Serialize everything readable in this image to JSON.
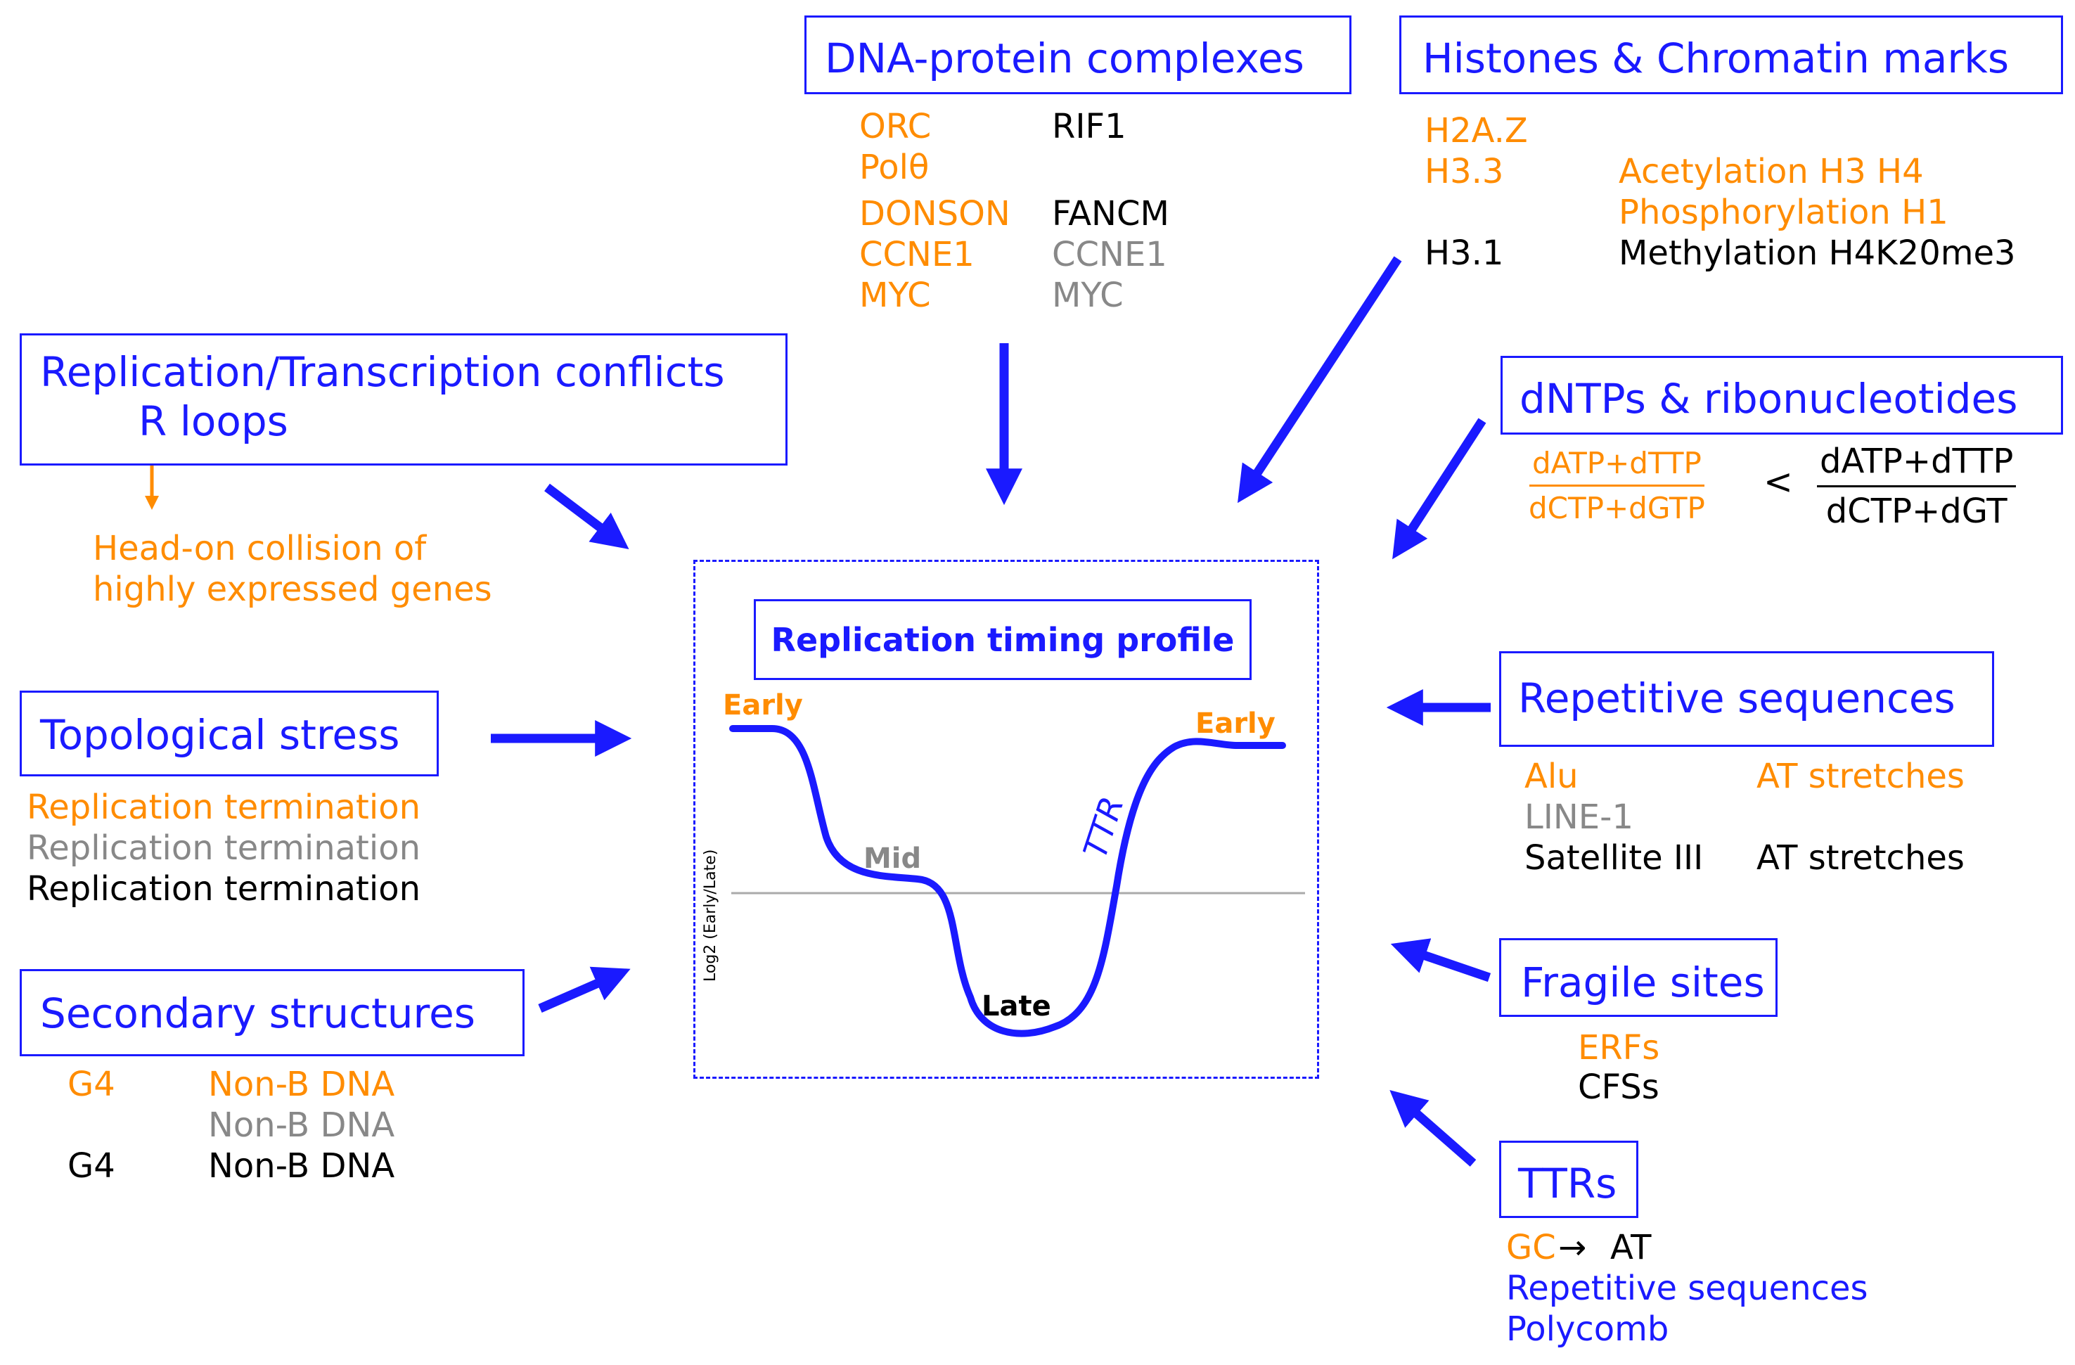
{
  "boxes": {
    "dna_protein": "DNA-protein complexes",
    "histones": "Histones & Chromatin marks",
    "rt_conflicts_line1": "Replication/Transcription conflicts",
    "rt_conflicts_line2": "R loops",
    "dntps": "dNTPs & ribonucleotides",
    "topological": "Topological stress",
    "repetitive": "Repetitive sequences",
    "fragile": "Fragile sites",
    "secondary": "Secondary structures",
    "ttrs": "TTRs"
  },
  "dna_protein_items": {
    "orc": "ORC",
    "rif1": "RIF1",
    "pol": "Polθ",
    "donson": "DONSON",
    "fancm": "FANCM",
    "ccne1_o": "CCNE1",
    "ccne1_g": "CCNE1",
    "myc_o": "MYC",
    "myc_g": "MYC"
  },
  "histone_items": {
    "h2az": "H2A.Z",
    "h33": "H3.3",
    "acetylation": "Acetylation H3 H4",
    "phosphorylation": "Phosphorylation H1",
    "h31": "H3.1",
    "methylation": "Methylation H4K20me3"
  },
  "rt_conflict_items": {
    "line1": "Head-on collision of",
    "line2": "highly expressed genes"
  },
  "dntp_items": {
    "left_num": "dATP+dTTP",
    "left_den": "dCTP+dGTP",
    "operator": "<",
    "right_num": "dATP+dTTP",
    "right_den": "dCTP+dGT"
  },
  "topological_items": {
    "o": "Replication termination",
    "g": "Replication termination",
    "k": "Replication termination"
  },
  "repetitive_items": {
    "alu": "Alu",
    "at_o": "AT stretches",
    "line1": "LINE-1",
    "satellite": "Satellite III",
    "at_k": "AT stretches"
  },
  "fragile_items": {
    "erfs": "ERFs",
    "cfss": "CFSs"
  },
  "secondary_items": {
    "g4_o": "G4",
    "nonb_o": "Non-B DNA",
    "nonb_g": "Non-B DNA",
    "g4_k": "G4",
    "nonb_k": "Non-B DNA"
  },
  "ttr_items": {
    "gc": "GC",
    "arrow": "→",
    "at": "AT",
    "repetitive": "Repetitive sequences",
    "polycomb": "Polycomb"
  },
  "plot": {
    "title": "Replication timing profile",
    "ylabel": "Log2 (Early/Late)",
    "early_left": "Early",
    "early_right": "Early",
    "mid": "Mid",
    "late": "Late",
    "ttr": "TTR"
  },
  "colors": {
    "blue": "#1a1aff",
    "orange": "#ff8c00",
    "gray": "#888888",
    "black": "#000000"
  }
}
